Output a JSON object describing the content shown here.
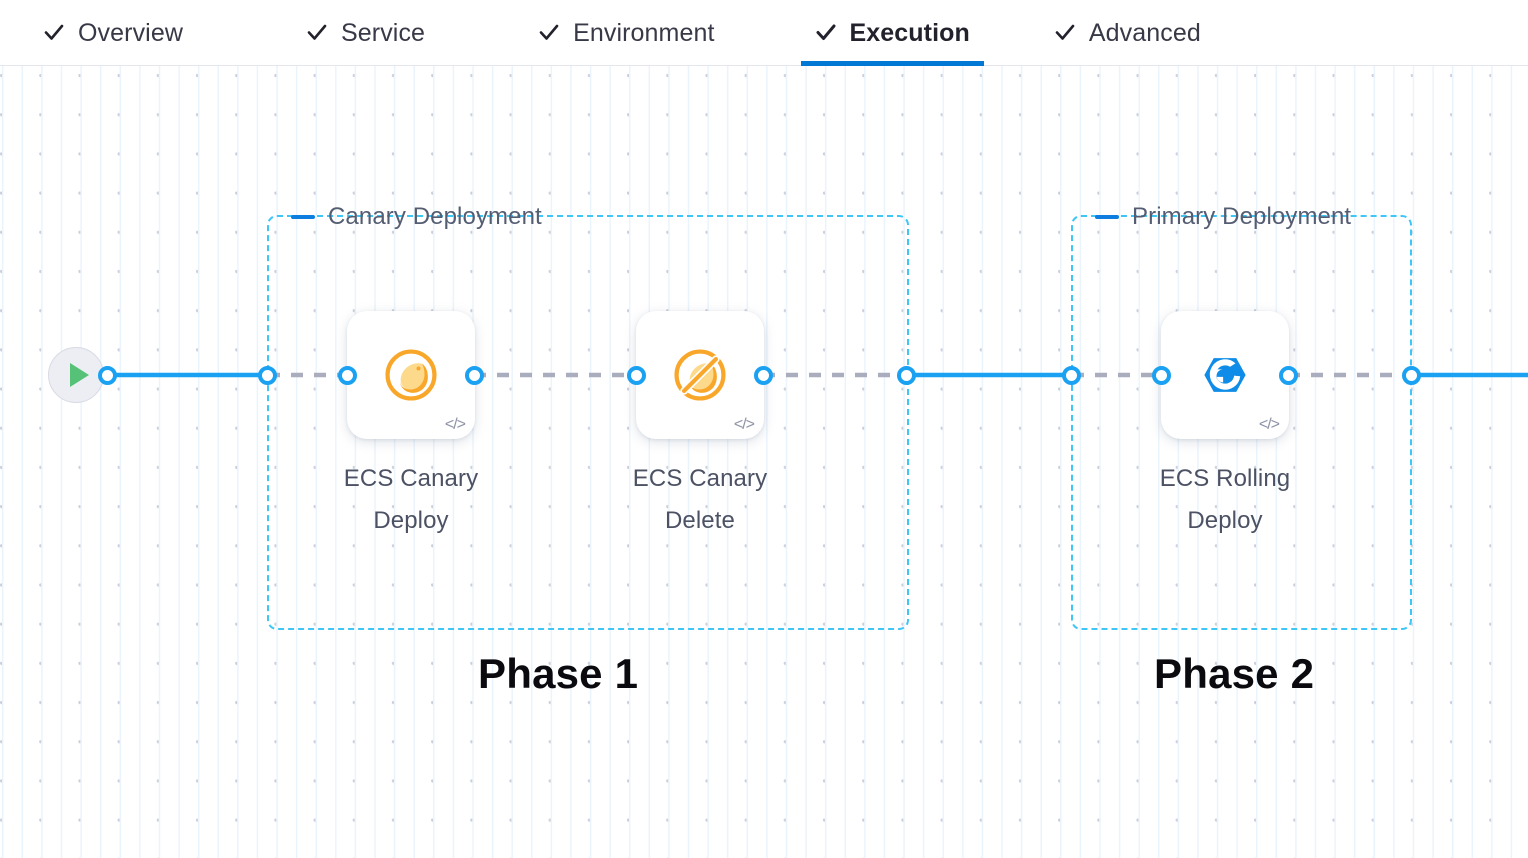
{
  "tabs": [
    {
      "label": "Overview",
      "icon": "check-icon",
      "active": false
    },
    {
      "label": "Service",
      "icon": "check-icon",
      "active": false
    },
    {
      "label": "Environment",
      "icon": "check-icon",
      "active": false
    },
    {
      "label": "Execution",
      "icon": "check-icon",
      "active": true
    },
    {
      "label": "Advanced",
      "icon": "check-icon",
      "active": false
    }
  ],
  "canvas": {
    "start_node": {
      "icon": "play-icon",
      "name": "pipeline-start"
    },
    "groups": [
      {
        "label": "Canary Deployment",
        "collapse_icon": "minus-icon"
      },
      {
        "label": "Primary Deployment",
        "collapse_icon": "minus-icon"
      }
    ],
    "nodes": [
      {
        "caption": "ECS Canary\nDeploy",
        "icon": "canary-bird-icon",
        "badge": "</>"
      },
      {
        "caption": "ECS Canary\nDelete",
        "icon": "canary-bird-slashed-icon",
        "badge": "</>"
      },
      {
        "caption": "ECS Rolling\nDeploy",
        "icon": "rolling-deploy-icon",
        "badge": "</>"
      }
    ],
    "phase_labels": [
      "Phase 1",
      "Phase 2"
    ]
  },
  "colors": {
    "accent_blue": "#1ba1f2",
    "tab_active_underline": "#0278d5",
    "group_border": "#3ec6f7",
    "canary_orange": "#f9a72b",
    "rolling_blue": "#0e8ce8",
    "play_green": "#55c277",
    "dashed_edge": "#a9adbd"
  }
}
